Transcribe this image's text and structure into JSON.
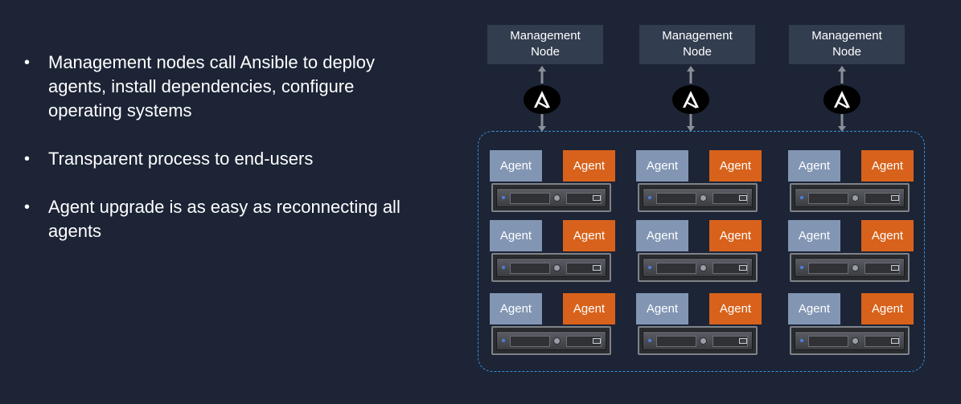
{
  "bullets": [
    "Management nodes call Ansible to deploy agents, install dependencies, configure operating systems",
    "Transparent process to end-users",
    "Agent upgrade is as easy as reconnecting all agents"
  ],
  "management_nodes": [
    {
      "line1": "Management",
      "line2": "Node"
    },
    {
      "line1": "Management",
      "line2": "Node"
    },
    {
      "line1": "Management",
      "line2": "Node"
    }
  ],
  "agent_label": "Agent",
  "colors": {
    "background": "#1c2436",
    "mgmt_node": "#323d4f",
    "agent_blue": "#8296b4",
    "agent_orange": "#d8621b",
    "cluster_border": "#3b8fd9"
  },
  "icons": {
    "ansible": "ansible-logo-icon",
    "server": "server-rack-icon"
  }
}
